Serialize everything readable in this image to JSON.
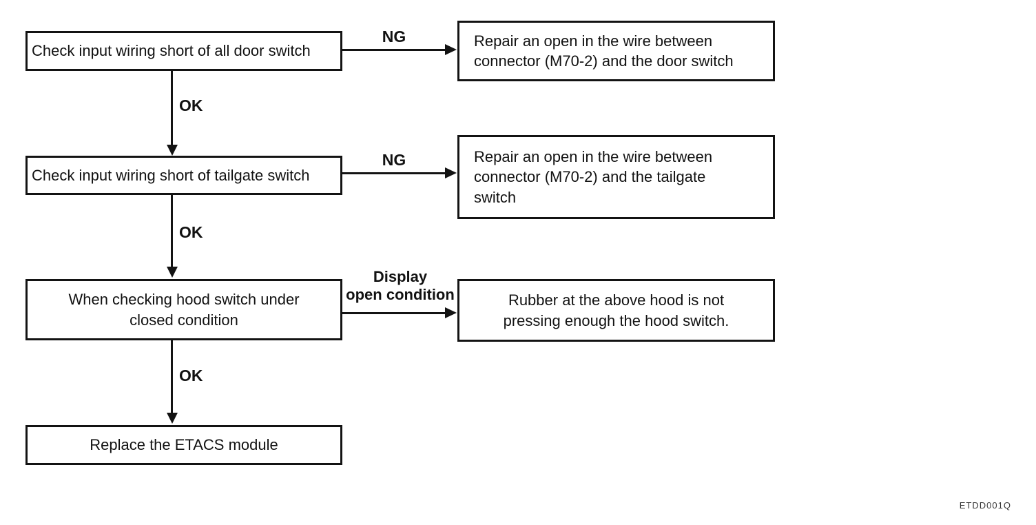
{
  "flowchart": {
    "boxes": {
      "check_door": "Check input wiring short of all door switch",
      "repair_door": "Repair an open in the wire between\nconnector (M70-2) and the door switch",
      "check_tailgate": "Check input wiring short of tailgate switch",
      "repair_tailgate": "Repair an open in the wire between\nconnector (M70-2) and the tailgate\nswitch",
      "check_hood": "When checking hood switch under\nclosed condition",
      "rubber": "Rubber at the above hood is not\npressing enough the hood switch.",
      "replace": "Replace the ETACS module"
    },
    "edges": [
      {
        "from": "check_door",
        "to": "repair_door",
        "label": "NG"
      },
      {
        "from": "check_door",
        "to": "check_tailgate",
        "label": "OK"
      },
      {
        "from": "check_tailgate",
        "to": "repair_tailgate",
        "label": "NG"
      },
      {
        "from": "check_tailgate",
        "to": "check_hood",
        "label": "OK"
      },
      {
        "from": "check_hood",
        "to": "rubber",
        "label": "Display\nopen condition"
      },
      {
        "from": "check_hood",
        "to": "replace",
        "label": "OK"
      }
    ],
    "figure_code": "ETDD001Q",
    "colors": {
      "line": "#131313",
      "background": "#ffffff"
    }
  }
}
